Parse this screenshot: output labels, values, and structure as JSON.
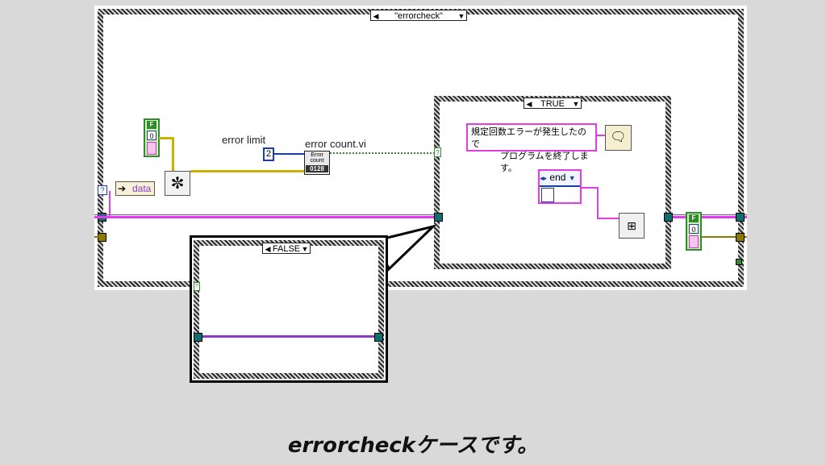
{
  "outer_case": {
    "selector_label": "\"errorcheck\""
  },
  "inner_case_true": {
    "selector_label": "TRUE"
  },
  "inner_case_false": {
    "selector_label": "FALSE"
  },
  "constants": {
    "error_limit_label": "error limit",
    "error_limit_value": "2",
    "error_count_label": "error count.vi",
    "error_count_icon_line1": "Error",
    "error_count_icon_line2": "count",
    "error_count_icon_digits": "0128",
    "unbundle_label": "data",
    "bool_top_flag": "F",
    "bool_top_value": "0",
    "bool_right_flag": "F",
    "bool_right_value": "0",
    "message_line1": "規定回数エラーが発生したので",
    "message_line2": "プログラムを終了します。",
    "enum_value": "end",
    "question_mark": "?"
  },
  "caption": "errorcheckケースです。",
  "colors": {
    "string_wire": "#e13ce6",
    "cluster_wire": "#8a3cc8",
    "numeric_wire": "#1a3ea8",
    "boolean_wire": "#2e8c2e",
    "error_wire": "#c8b400"
  }
}
